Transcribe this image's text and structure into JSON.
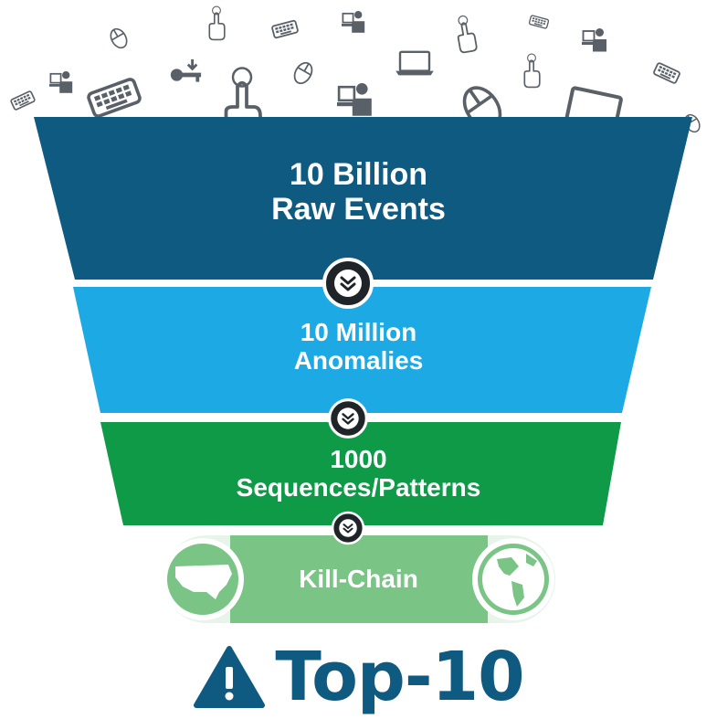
{
  "stages": [
    {
      "line1": "10 Billion",
      "line2": "Raw Events"
    },
    {
      "line1": "10 Million",
      "line2": "Anomalies"
    },
    {
      "line1": "1000",
      "line2": "Sequences/Patterns"
    },
    {
      "line1": "Kill-Chain"
    }
  ],
  "result": {
    "text": "Top-10",
    "icon": "warning-triangle-icon"
  },
  "connector_icon": "double-chevron-down-icon",
  "input_icons": [
    "keyboard-icon",
    "mouse-icon",
    "laptop-icon",
    "pointer-hand-icon",
    "user-at-computer-icon",
    "key-icon"
  ],
  "region_icons": [
    "usa-map-icon",
    "globe-icon"
  ],
  "colors": {
    "stage_1": "#0f5a80",
    "stage_2": "#1ca9e4",
    "stage_3": "#0f9a48",
    "stage_4": "#7ac486",
    "stage_4_ends": "#e7f4e9",
    "connector": "#1f2428",
    "result": "#0f5a80",
    "icons": "#5a6068"
  }
}
